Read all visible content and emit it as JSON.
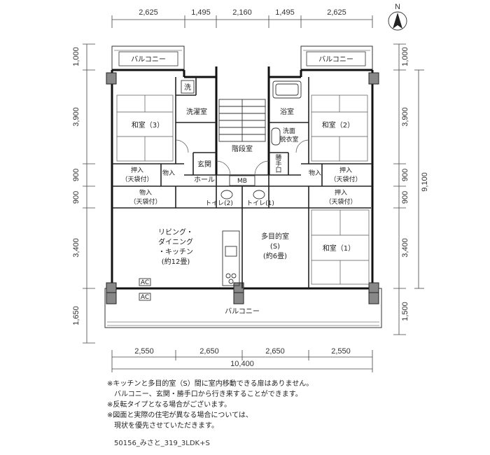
{
  "dimensions": {
    "top": [
      "2,625",
      "1,495",
      "2,160",
      "1,495",
      "2,625"
    ],
    "left": [
      "1,000",
      "3,900",
      "900",
      "900",
      "3,400",
      "1,650"
    ],
    "right": [
      "1,000",
      "3,900",
      "900",
      "900",
      "3,400",
      "1,500"
    ],
    "right_total": "9,100",
    "bottom": [
      "2,550",
      "2,650",
      "2,650",
      "2,550"
    ],
    "bottom_total": "10,400"
  },
  "compass": {
    "label": "N",
    "icon": "north-arrow-icon"
  },
  "rooms": {
    "balcony_top_left": "バルコニー",
    "balcony_top_right": "バルコニー",
    "balcony_bottom": "バルコニー",
    "washer": "洗",
    "laundry": "洗濯室",
    "bath": "浴室",
    "washroom_line1": "洗面",
    "washroom_line2": "脱衣室",
    "stairs": "階段室",
    "service_door_line1": "勝",
    "service_door_line2": "手",
    "service_door_line3": "口",
    "washitsu3": "和室（3）",
    "washitsu2": "和室（2）",
    "washitsu1": "和室（1）",
    "entrance": "玄関",
    "hall": "ホール",
    "mb": "MB",
    "toilet2": "トイレ(2)",
    "toilet1": "トイレ(1)",
    "closet_l_line1": "押入",
    "closet_l_line2": "（天袋付）",
    "storage_l": "物入",
    "storage_l2_line1": "物入",
    "storage_l2_line2": "（天袋付）",
    "storage_r": "物入",
    "closet_r_line1": "押入",
    "closet_r_line2": "（天袋付）",
    "closet_r2_line1": "押入",
    "closet_r2_line2": "（天袋付）",
    "ldk_line1": "リビング・",
    "ldk_line2": "ダイニング",
    "ldk_line3": "・キッチン",
    "ldk_line4": "(約12畳)",
    "multi_line1": "多目的室",
    "multi_line2": "(S)",
    "multi_line3": "(約6畳)",
    "ac1": "AC",
    "ac2": "AC"
  },
  "notes": [
    "※キッチンと多目的室（S）間に室内移動できる扉はありません。",
    "　バルコニー、玄関・勝手口から行き来することができます。",
    "※反転タイプとなる場合がございます。",
    "※図面と実際の住宅が異なる場合については、",
    "　現状を優先させていただきます。"
  ],
  "caption": "50156_みさと_319_3LDK+S"
}
